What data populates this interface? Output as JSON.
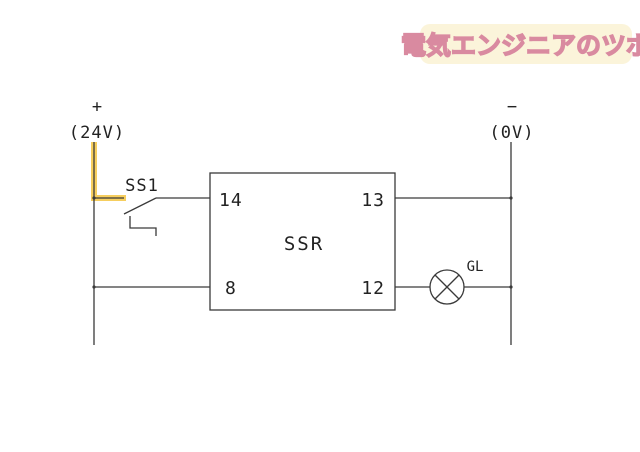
{
  "logo": {
    "text": "電気エンジニアのツボ"
  },
  "supply": {
    "positive": {
      "symbol": "+",
      "voltage": "(24V)"
    },
    "negative": {
      "symbol": "−",
      "voltage": "(0V)"
    }
  },
  "switch": {
    "label": "SS1"
  },
  "ssr": {
    "label": "SSR",
    "terminals": {
      "t14": "14",
      "t13": "13",
      "t8": "8",
      "t12": "12"
    }
  },
  "lamp": {
    "label": "GL"
  },
  "colors": {
    "wire": "#3a3a3a",
    "highlight": "#f5c542",
    "logo_fill": "#f6e7b8",
    "logo_stroke": "#e8a0b0"
  }
}
